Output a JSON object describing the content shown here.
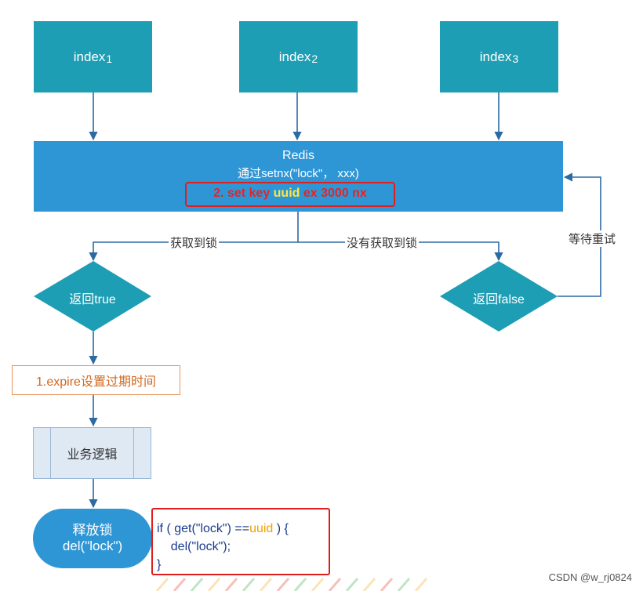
{
  "indexes": [
    {
      "name": "index",
      "sub": "1"
    },
    {
      "name": "index",
      "sub": "2"
    },
    {
      "name": "index",
      "sub": "3"
    }
  ],
  "redis": {
    "title": "Redis",
    "subtitle": "通过setnx(\"lock\"， xxx)",
    "cmd_prefix": "2. set key ",
    "cmd_highlight": "uuid",
    "cmd_suffix": " ex 3000 nx"
  },
  "labels": {
    "got_lock": "获取到锁",
    "no_lock": "没有获取到锁",
    "wait_retry": "等待重试"
  },
  "decisions": {
    "true_text": "返回true",
    "false_text": "返回false"
  },
  "expire": "1.expire设置过期时间",
  "business": "业务逻辑",
  "release": {
    "line1": "释放锁",
    "line2": "del(\"lock\")"
  },
  "code": {
    "line1_prefix": "if ( get(\"lock\") ==",
    "line1_highlight": "uuid",
    "line1_suffix": " ) {",
    "line2": "    del(\"lock\");",
    "line3": "}"
  },
  "watermark": "CSDN @w_rj0824",
  "colors": {
    "index_fill": "#1e9eb4",
    "redis_fill": "#2f96d6",
    "diamond_fill": "#1e9eb4",
    "arrow": "#2b6aa3",
    "highlight_red": "#e01e1e",
    "highlight_yellow": "#ffe640"
  }
}
